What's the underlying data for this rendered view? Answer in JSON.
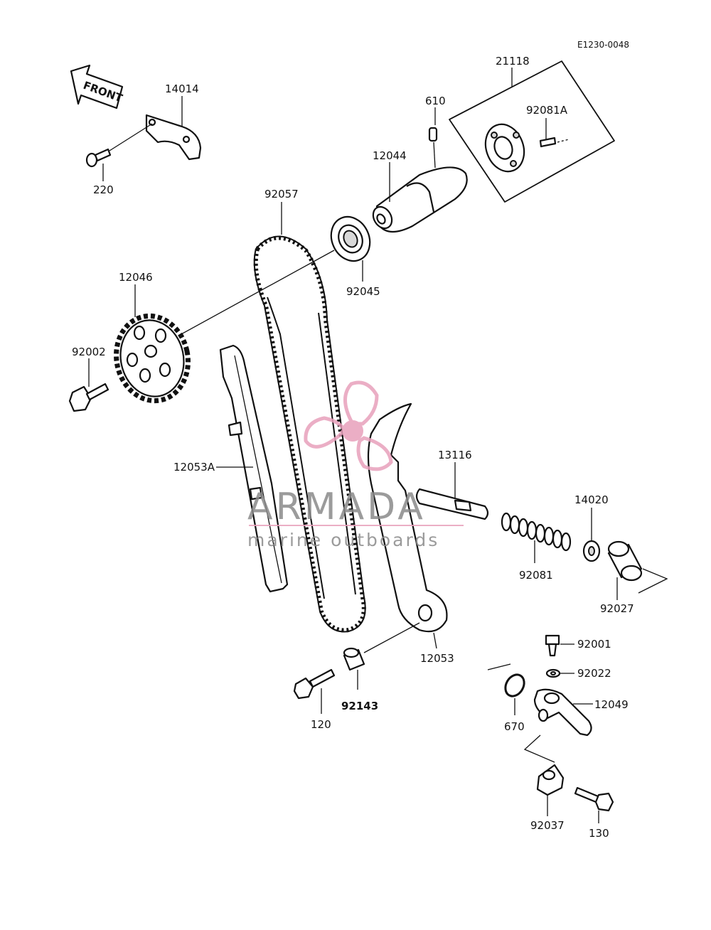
{
  "diagram": {
    "code": "E1230-0048",
    "front_label": "FRONT",
    "watermark": {
      "brand": "ARMADA",
      "tagline": "marine outboards",
      "accent_color": "#e8a0bc",
      "text_color": "#8a8a8a"
    },
    "parts": {
      "p14014": "14014",
      "p220": "220",
      "p21118": "21118",
      "p610": "610",
      "p92081A": "92081A",
      "p12044": "12044",
      "p92057": "92057",
      "p12046": "12046",
      "p92045": "92045",
      "p92002": "92002",
      "p12053A": "12053A",
      "p13116": "13116",
      "p14020": "14020",
      "p92081": "92081",
      "p92027": "92027",
      "p12053": "12053",
      "p92001": "92001",
      "p92022": "92022",
      "p92143": "92143",
      "p120": "120",
      "p12049": "12049",
      "p670": "670",
      "p92037": "92037",
      "p130": "130"
    }
  }
}
